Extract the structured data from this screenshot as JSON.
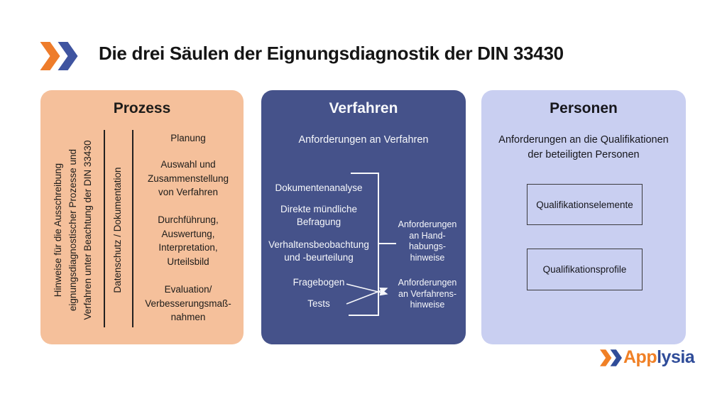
{
  "title": "Die drei Säulen der Eignungsdiagnostik der DIN 33430",
  "brand_colors": {
    "orange": "#EE7C2B",
    "blue": "#3F54A0"
  },
  "columns": {
    "prozess": {
      "header": "Prozess",
      "bg": "#F5C09B",
      "rotated_note_lines": [
        "Hinweise für die Ausschreibung",
        "eignungsdiagnostischer Prozesse und",
        "Verfahren unter Beachtung der DIN 33430"
      ],
      "rotated_label": "Datenschutz / Dokumentation",
      "steps": [
        "Planung",
        "Auswahl und\nZusammenstellung\nvon Verfahren",
        "Durchführung,\nAuswertung,\nInterpretation,\nUrteilsbild",
        "Evaluation/\nVerbesserungsmaß-\nnahmen"
      ]
    },
    "verfahren": {
      "header": "Verfahren",
      "bg": "#45528A",
      "subtitle": "Anforderungen an Verfahren",
      "methods": [
        "Dokumentenanalyse",
        "Direkte mündliche\nBefragung",
        "Verhaltensbeobachtung\nund -beurteilung",
        "Fragebogen",
        "Tests"
      ],
      "handling_note": "Anforderungen\nan Hand-\nhabungs-\nhinweise",
      "procedure_note": "Anforderungen\nan Verfahrens-\nhinweise"
    },
    "personen": {
      "header": "Personen",
      "bg": "#C9CFF1",
      "subtitle": "Anforderungen an die Qualifikationen\nder beteiligten Personen",
      "boxes": [
        "Qualifikationselemente",
        "Qualifikationsprofile"
      ]
    }
  },
  "footer": {
    "wordmark_orange": "App",
    "wordmark_blue": "lysia"
  }
}
